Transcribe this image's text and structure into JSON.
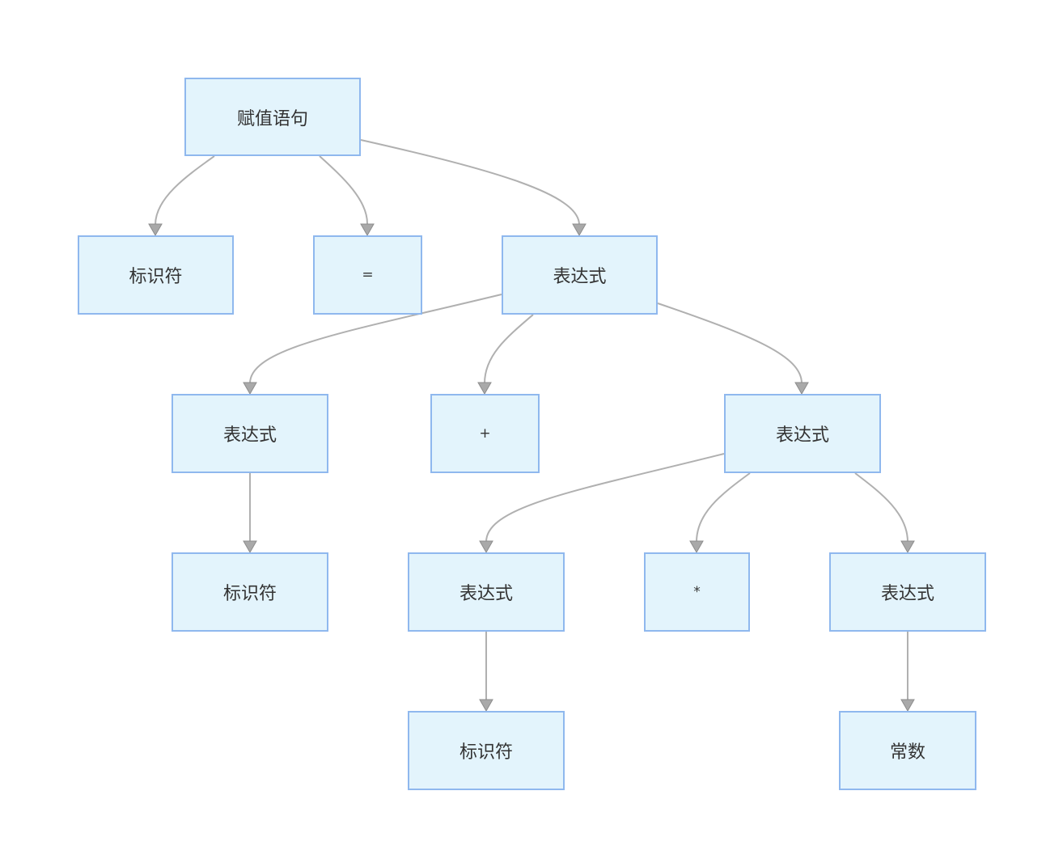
{
  "diagram": {
    "type": "syntax-tree",
    "colors": {
      "node_fill": "#e3f4fc",
      "node_border": "#8fb8ee",
      "edge": "#b0b0b0",
      "text": "#333333"
    },
    "nodes": {
      "root": "赋值语句",
      "id1": "标识符",
      "assign": "=",
      "expr1": "表达式",
      "expr2": "表达式",
      "plus": "+",
      "expr3": "表达式",
      "id2": "标识符",
      "expr4": "表达式",
      "times": "*",
      "expr5": "表达式",
      "id3": "标识符",
      "const": "常数"
    },
    "edges": [
      [
        "root",
        "id1"
      ],
      [
        "root",
        "assign"
      ],
      [
        "root",
        "expr1"
      ],
      [
        "expr1",
        "expr2"
      ],
      [
        "expr1",
        "plus"
      ],
      [
        "expr1",
        "expr3"
      ],
      [
        "expr2",
        "id2"
      ],
      [
        "expr3",
        "expr4"
      ],
      [
        "expr3",
        "times"
      ],
      [
        "expr3",
        "expr5"
      ],
      [
        "expr4",
        "id3"
      ],
      [
        "expr5",
        "const"
      ]
    ]
  }
}
